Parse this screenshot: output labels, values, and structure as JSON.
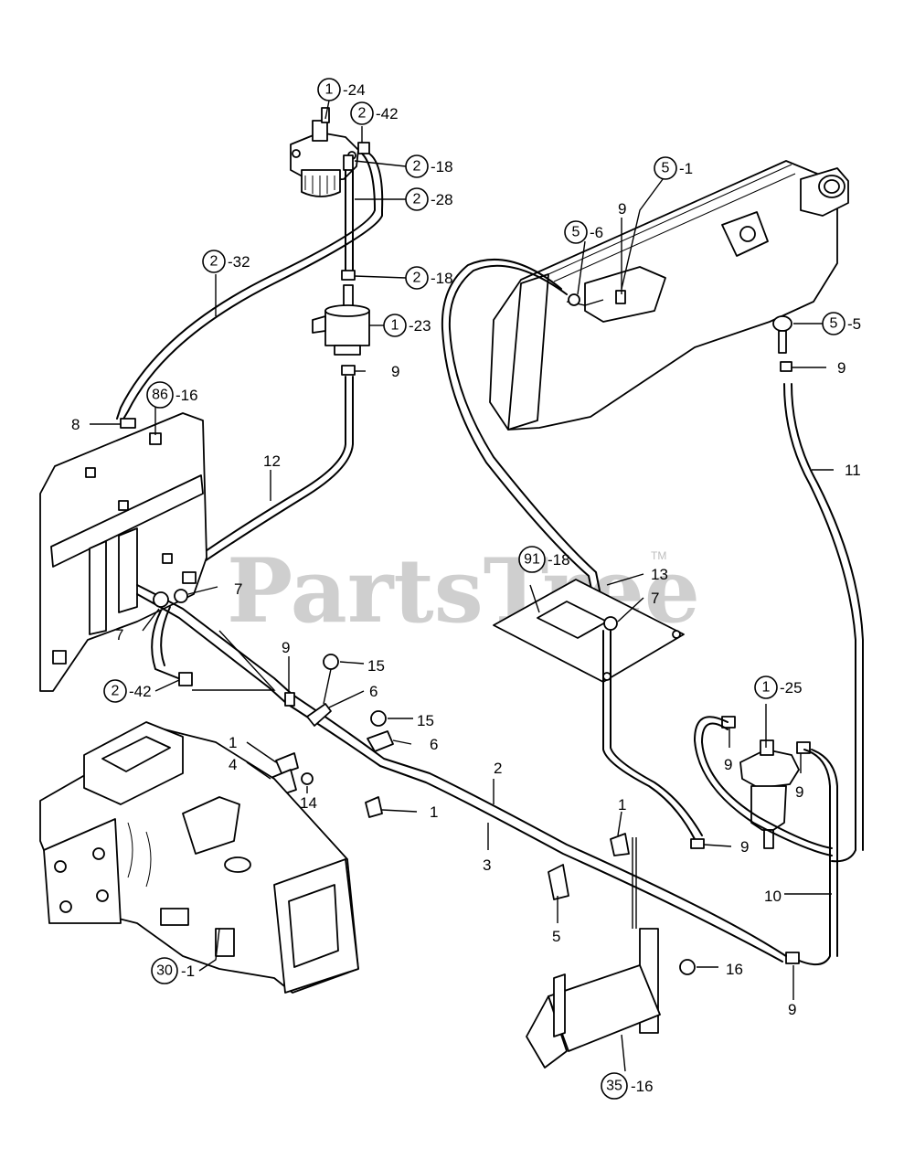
{
  "watermark": {
    "text": "PartsTree",
    "tm": "TM"
  },
  "callouts": [
    {
      "id": "c-1-24",
      "circle": "1",
      "suffix": "-24"
    },
    {
      "id": "c-2-42-top",
      "circle": "2",
      "suffix": "-42"
    },
    {
      "id": "c-2-18-top",
      "circle": "2",
      "suffix": "-18"
    },
    {
      "id": "c-2-28",
      "circle": "2",
      "suffix": "-28"
    },
    {
      "id": "c-2-32",
      "circle": "2",
      "suffix": "-32"
    },
    {
      "id": "c-2-18-mid",
      "circle": "2",
      "suffix": "-18"
    },
    {
      "id": "c-1-23",
      "circle": "1",
      "suffix": "-23"
    },
    {
      "id": "c-86-16",
      "circle": "86",
      "suffix": "-16"
    },
    {
      "id": "c-5-1",
      "circle": "5",
      "suffix": "-1"
    },
    {
      "id": "c-5-6",
      "circle": "5",
      "suffix": "-6"
    },
    {
      "id": "c-5-5",
      "circle": "5",
      "suffix": "-5"
    },
    {
      "id": "c-91-18",
      "circle": "91",
      "suffix": "-18"
    },
    {
      "id": "c-1-25",
      "circle": "1",
      "suffix": "-25"
    },
    {
      "id": "c-2-42-bot",
      "circle": "2",
      "suffix": "-42"
    },
    {
      "id": "c-30-1",
      "circle": "30",
      "suffix": "-1"
    },
    {
      "id": "c-35-16",
      "circle": "35",
      "suffix": "-16"
    }
  ],
  "labels": [
    {
      "id": "l-9-a",
      "text": "9"
    },
    {
      "id": "l-8",
      "text": "8"
    },
    {
      "id": "l-12",
      "text": "12"
    },
    {
      "id": "l-7-a",
      "text": "7"
    },
    {
      "id": "l-7-b",
      "text": "7"
    },
    {
      "id": "l-9-b",
      "text": "9"
    },
    {
      "id": "l-15-a",
      "text": "15"
    },
    {
      "id": "l-6-a",
      "text": "6"
    },
    {
      "id": "l-15-b",
      "text": "15"
    },
    {
      "id": "l-6-b",
      "text": "6"
    },
    {
      "id": "l-1-a",
      "text": "1"
    },
    {
      "id": "l-4",
      "text": "4"
    },
    {
      "id": "l-14",
      "text": "14"
    },
    {
      "id": "l-1-b",
      "text": "1"
    },
    {
      "id": "l-2",
      "text": "2"
    },
    {
      "id": "l-3",
      "text": "3"
    },
    {
      "id": "l-1-c",
      "text": "1"
    },
    {
      "id": "l-5",
      "text": "5"
    },
    {
      "id": "l-9-tank",
      "text": "9"
    },
    {
      "id": "l-9-right",
      "text": "9"
    },
    {
      "id": "l-11",
      "text": "11"
    },
    {
      "id": "l-13",
      "text": "13"
    },
    {
      "id": "l-7-c",
      "text": "7"
    },
    {
      "id": "l-9-filt-l",
      "text": "9"
    },
    {
      "id": "l-9-filt-r",
      "text": "9"
    },
    {
      "id": "l-9-c",
      "text": "9"
    },
    {
      "id": "l-10",
      "text": "10"
    },
    {
      "id": "l-16",
      "text": "16"
    },
    {
      "id": "l-9-d",
      "text": "9"
    }
  ]
}
